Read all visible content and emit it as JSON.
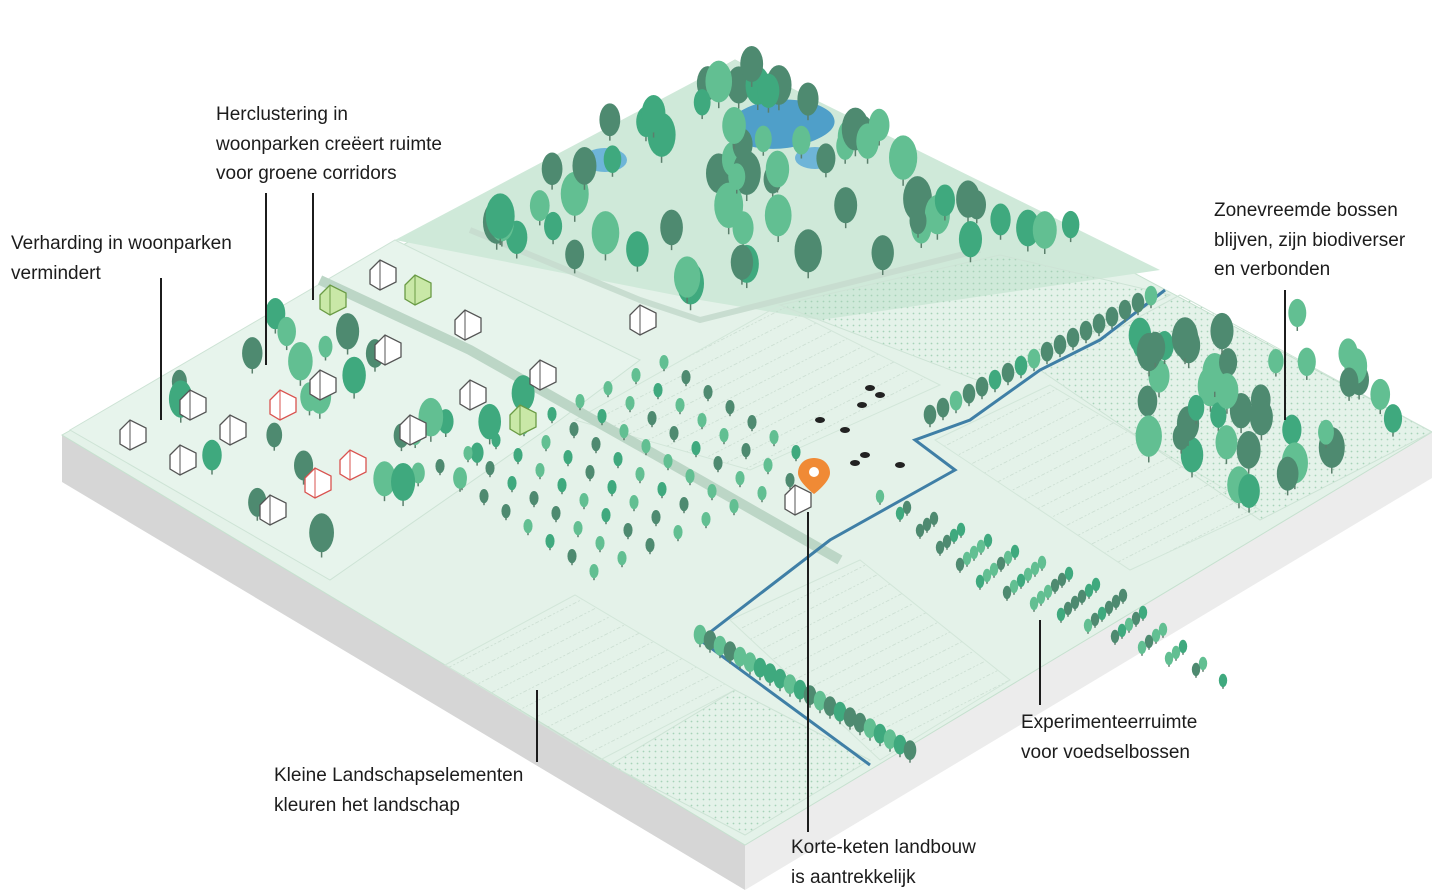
{
  "callouts": {
    "herclustering": {
      "lines": [
        "Herclustering in",
        "woonparken creëert ruimte",
        "voor groene corridors"
      ]
    },
    "verharding": {
      "lines": [
        "Verharding in woonparken",
        "vermindert"
      ]
    },
    "zonevreemde": {
      "lines": [
        "Zonevreemde bossen",
        "blijven, zijn biodiverser",
        "en verbonden"
      ]
    },
    "experimenteer": {
      "lines": [
        "Experimenteerruimte",
        "voor voedselbossen"
      ]
    },
    "landschap": {
      "lines": [
        "Kleine Landschapselementen",
        "kleuren het landschap"
      ]
    },
    "korteketen": {
      "lines": [
        "Korte-keten landbouw",
        "is aantrekkelijk"
      ]
    }
  },
  "colors": {
    "tree_dark": "#4e8a70",
    "tree_mid": "#3fa97e",
    "tree_light": "#62bf92",
    "ground": "#e3f1e8",
    "field": "#eef7f1",
    "hill": "#cde8d7",
    "pond": "#4f9fc9",
    "stream": "#3f7fa6",
    "base_side": "#dcdcdc",
    "leader_line": "#1c1c1c",
    "highlight_house": "#d9534f",
    "green_house": "#c9e8a7",
    "farm_marker": "#f08a35"
  },
  "icons": [
    "tree-icon",
    "house-icon",
    "cow-icon",
    "farm-location-pin-icon",
    "pond-icon",
    "stream-icon"
  ]
}
